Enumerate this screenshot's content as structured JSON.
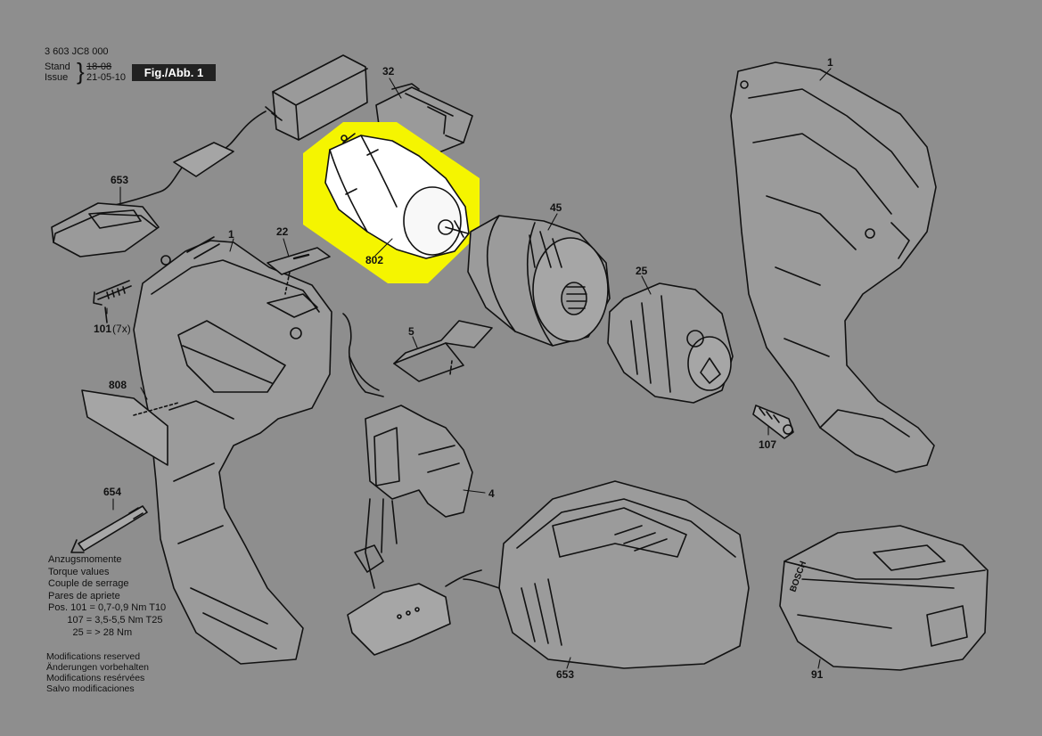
{
  "header": {
    "doc_number": "3 603 JC8 000",
    "stand_label": "Stand",
    "issue_label": "Issue",
    "old_date": "18-08",
    "issue_date": "21-05-10",
    "figure_label": "Fig./Abb. 1"
  },
  "callouts": {
    "housing_right": "1",
    "housing_left": "1",
    "cover_32": "32",
    "motor_802": "802",
    "gearbox_45": "45",
    "chuck_25": "25",
    "cap_653_top": "653",
    "plate_22": "22",
    "screw_101": "101",
    "screw_101_qty": "(7x)",
    "label_808": "808",
    "switch_4": "4",
    "slider_5": "5",
    "screw_107": "107",
    "bit_654": "654",
    "charger_653": "653",
    "battery_91": "91"
  },
  "torque_notes": {
    "lines": [
      "Anzugsmomente",
      "Torque values",
      "Couple de serrage",
      "Pares de apriete",
      "Pos. 101 = 0,7-0,9 Nm T10",
      "       107 = 3,5-5,5 Nm T25",
      "         25 = > 28 Nm"
    ]
  },
  "modification_notes": {
    "lines": [
      "Modifications reserved",
      "Änderungen vorbehalten",
      "Modifications resérvées",
      "Salvo modificaciones"
    ]
  },
  "brand_text": "BOSCH",
  "highlight_color": "#f5f500",
  "background_color": "#8e8e8e"
}
